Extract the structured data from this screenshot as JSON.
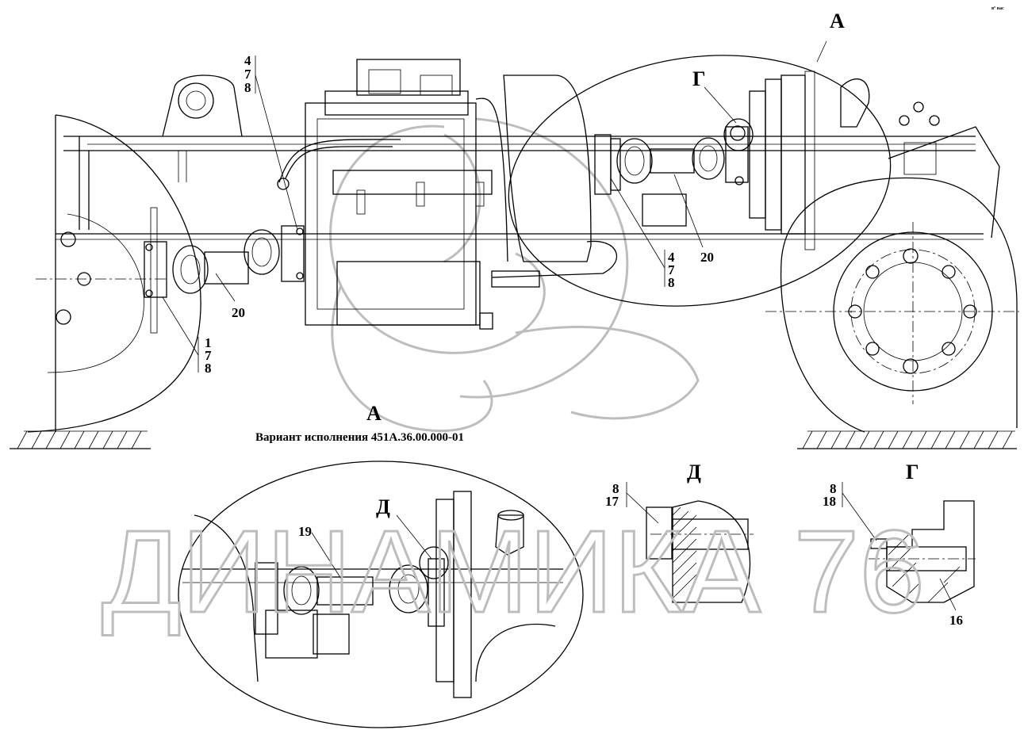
{
  "labels": {
    "view_a_top": "А",
    "view_g_top": "Г",
    "callout_478_top": [
      "4",
      "7",
      "8"
    ],
    "callout_478_right": [
      "4",
      "7",
      "8"
    ],
    "callout_178": [
      "1",
      "7",
      "8"
    ],
    "pos_20_left": "20",
    "pos_20_right": "20",
    "view_a_bottom": "А",
    "variant_caption": "Вариант исполнения 451А.36.00.000-01",
    "pos_19": "19",
    "view_d_detail": "Д",
    "view_d_title": "Д",
    "view_g_title": "Г",
    "callout_817": [
      "8",
      "17"
    ],
    "callout_818": [
      "8",
      "18"
    ],
    "pos_16": "16",
    "corner_mark": "вº вас"
  },
  "watermark": {
    "text": "ДИНАМИКА 76",
    "color": "#bdbdbd"
  }
}
